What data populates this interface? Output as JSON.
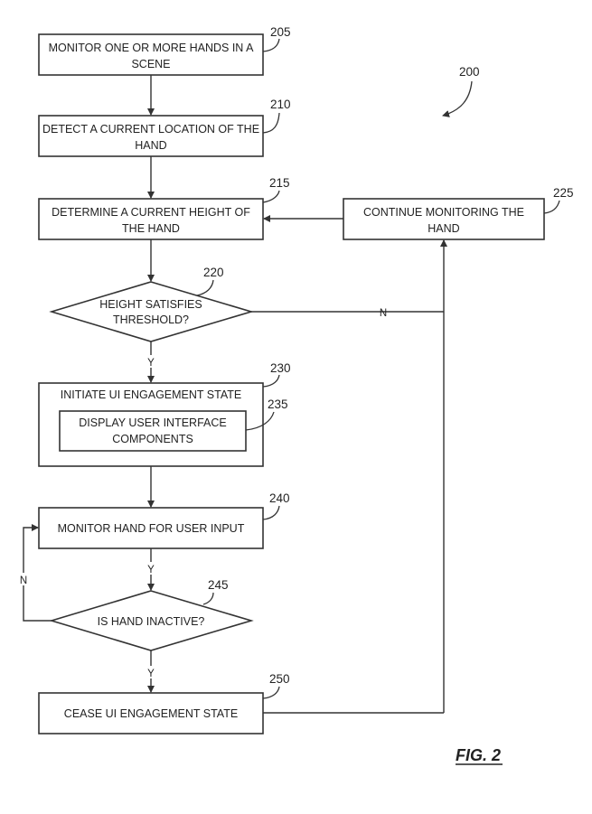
{
  "figure": {
    "ref": "200",
    "caption": "FIG. 2"
  },
  "steps": {
    "s205": {
      "ref": "205",
      "line1": "MONITOR ONE OR MORE HANDS IN A",
      "line2": "SCENE"
    },
    "s210": {
      "ref": "210",
      "line1": "DETECT A CURRENT LOCATION OF THE",
      "line2": "HAND"
    },
    "s215": {
      "ref": "215",
      "line1": "DETERMINE A CURRENT HEIGHT OF",
      "line2": "THE HAND"
    },
    "s220": {
      "ref": "220",
      "line1": "HEIGHT SATISFIES",
      "line2": "THRESHOLD?"
    },
    "s225": {
      "ref": "225",
      "line1": "CONTINUE MONITORING THE",
      "line2": "HAND"
    },
    "s230": {
      "ref": "230",
      "line1": "INITIATE UI ENGAGEMENT STATE"
    },
    "s235": {
      "ref": "235",
      "line1": "DISPLAY USER INTERFACE",
      "line2": "COMPONENTS"
    },
    "s240": {
      "ref": "240",
      "line1": "MONITOR HAND FOR USER INPUT"
    },
    "s245": {
      "ref": "245",
      "line1": "IS HAND INACTIVE?"
    },
    "s250": {
      "ref": "250",
      "line1": "CEASE UI ENGAGEMENT STATE"
    }
  },
  "edge_labels": {
    "yes": "Y",
    "no": "N"
  }
}
